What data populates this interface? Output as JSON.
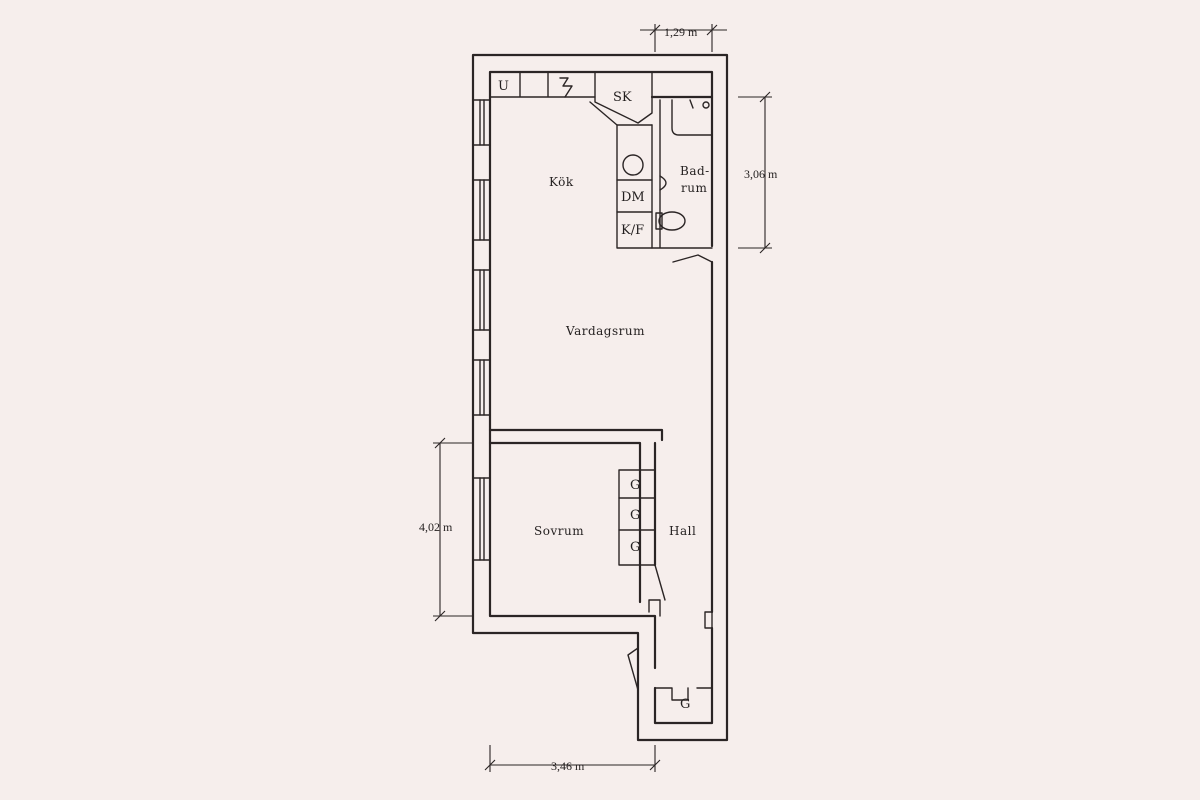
{
  "colors": {
    "background": "#f6eeec",
    "ink": "#2b2525"
  },
  "rooms": {
    "kitchen": "Kök",
    "living_room": "Vardagsrum",
    "bathroom_line1": "Bad-",
    "bathroom_line2": "rum",
    "bedroom": "Sovrum",
    "hall": "Hall"
  },
  "fixtures": {
    "utility": "U",
    "closet_sk": "SK",
    "dishwasher": "DM",
    "fridge_freezer": "K/F",
    "wardrobe": "G"
  },
  "dimensions": {
    "top_width": "1,29 m",
    "bathroom_height": "3,06 m",
    "bedroom_height": "4,02 m",
    "bottom_width": "3,46 m"
  }
}
